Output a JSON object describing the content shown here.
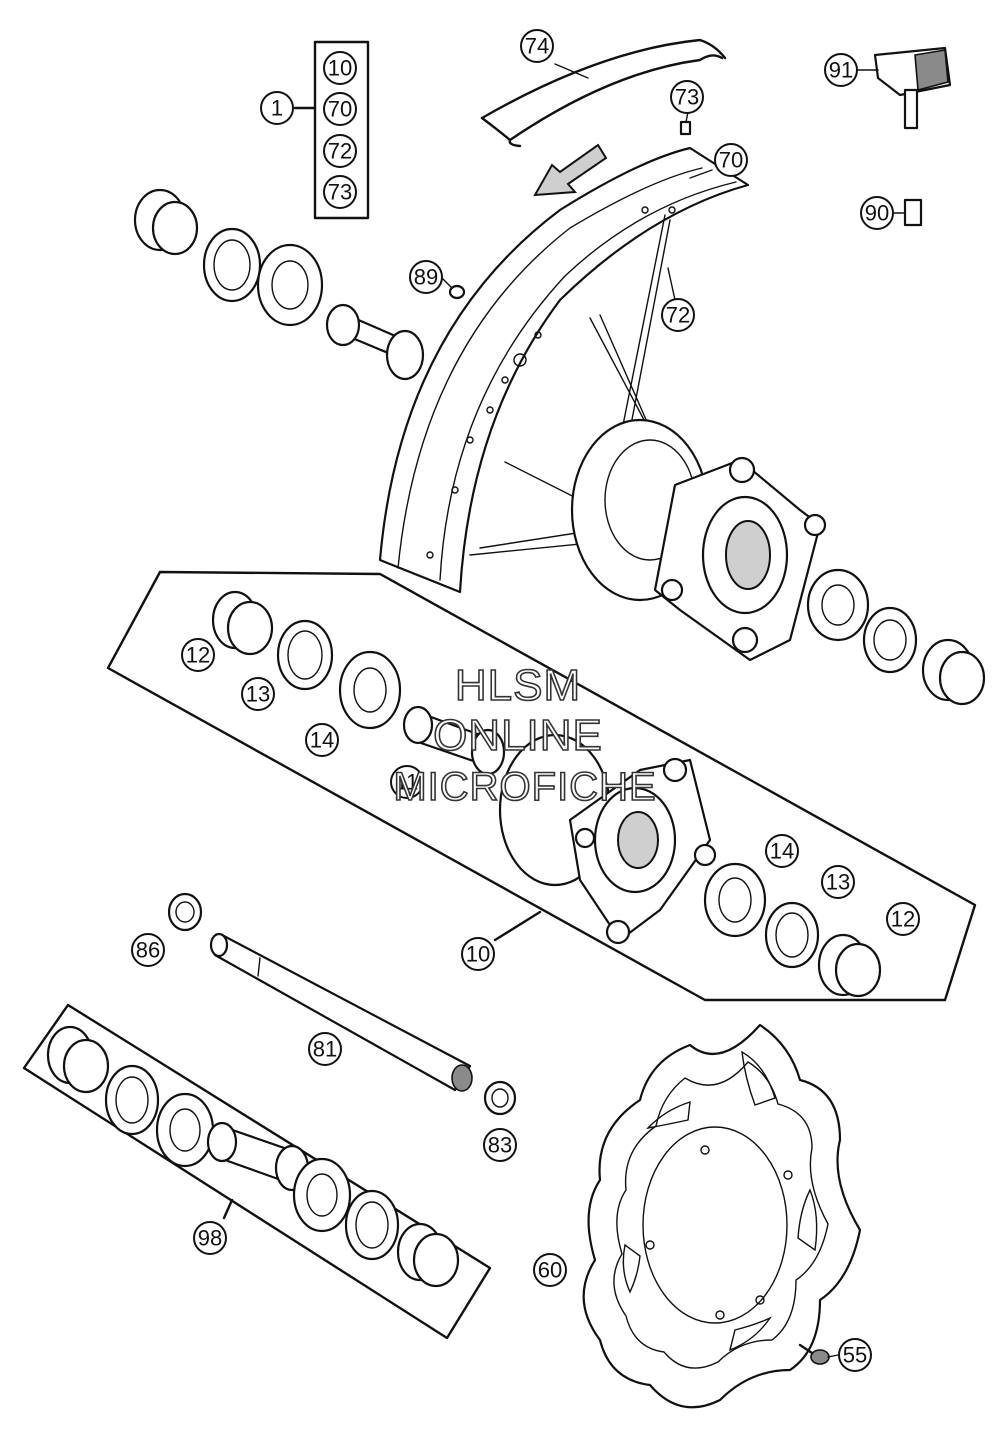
{
  "callouts": [
    {
      "id": "1",
      "label": "1"
    },
    {
      "id": "10a",
      "label": "10"
    },
    {
      "id": "70a",
      "label": "70"
    },
    {
      "id": "72a",
      "label": "72"
    },
    {
      "id": "73a",
      "label": "73"
    },
    {
      "id": "74",
      "label": "74"
    },
    {
      "id": "73",
      "label": "73"
    },
    {
      "id": "70",
      "label": "70"
    },
    {
      "id": "72",
      "label": "72"
    },
    {
      "id": "91",
      "label": "91"
    },
    {
      "id": "90",
      "label": "90"
    },
    {
      "id": "89",
      "label": "89"
    },
    {
      "id": "12a",
      "label": "12"
    },
    {
      "id": "13a",
      "label": "13"
    },
    {
      "id": "14a",
      "label": "14"
    },
    {
      "id": "11",
      "label": "11"
    },
    {
      "id": "14b",
      "label": "14"
    },
    {
      "id": "13b",
      "label": "13"
    },
    {
      "id": "12b",
      "label": "12"
    },
    {
      "id": "10b",
      "label": "10"
    },
    {
      "id": "86",
      "label": "86"
    },
    {
      "id": "81",
      "label": "81"
    },
    {
      "id": "83",
      "label": "83"
    },
    {
      "id": "98",
      "label": "98"
    },
    {
      "id": "60",
      "label": "60"
    },
    {
      "id": "55",
      "label": "55"
    }
  ],
  "watermark": {
    "line1": "HLSM",
    "line2": "ONLINE",
    "line3": "MICROFICHE"
  }
}
